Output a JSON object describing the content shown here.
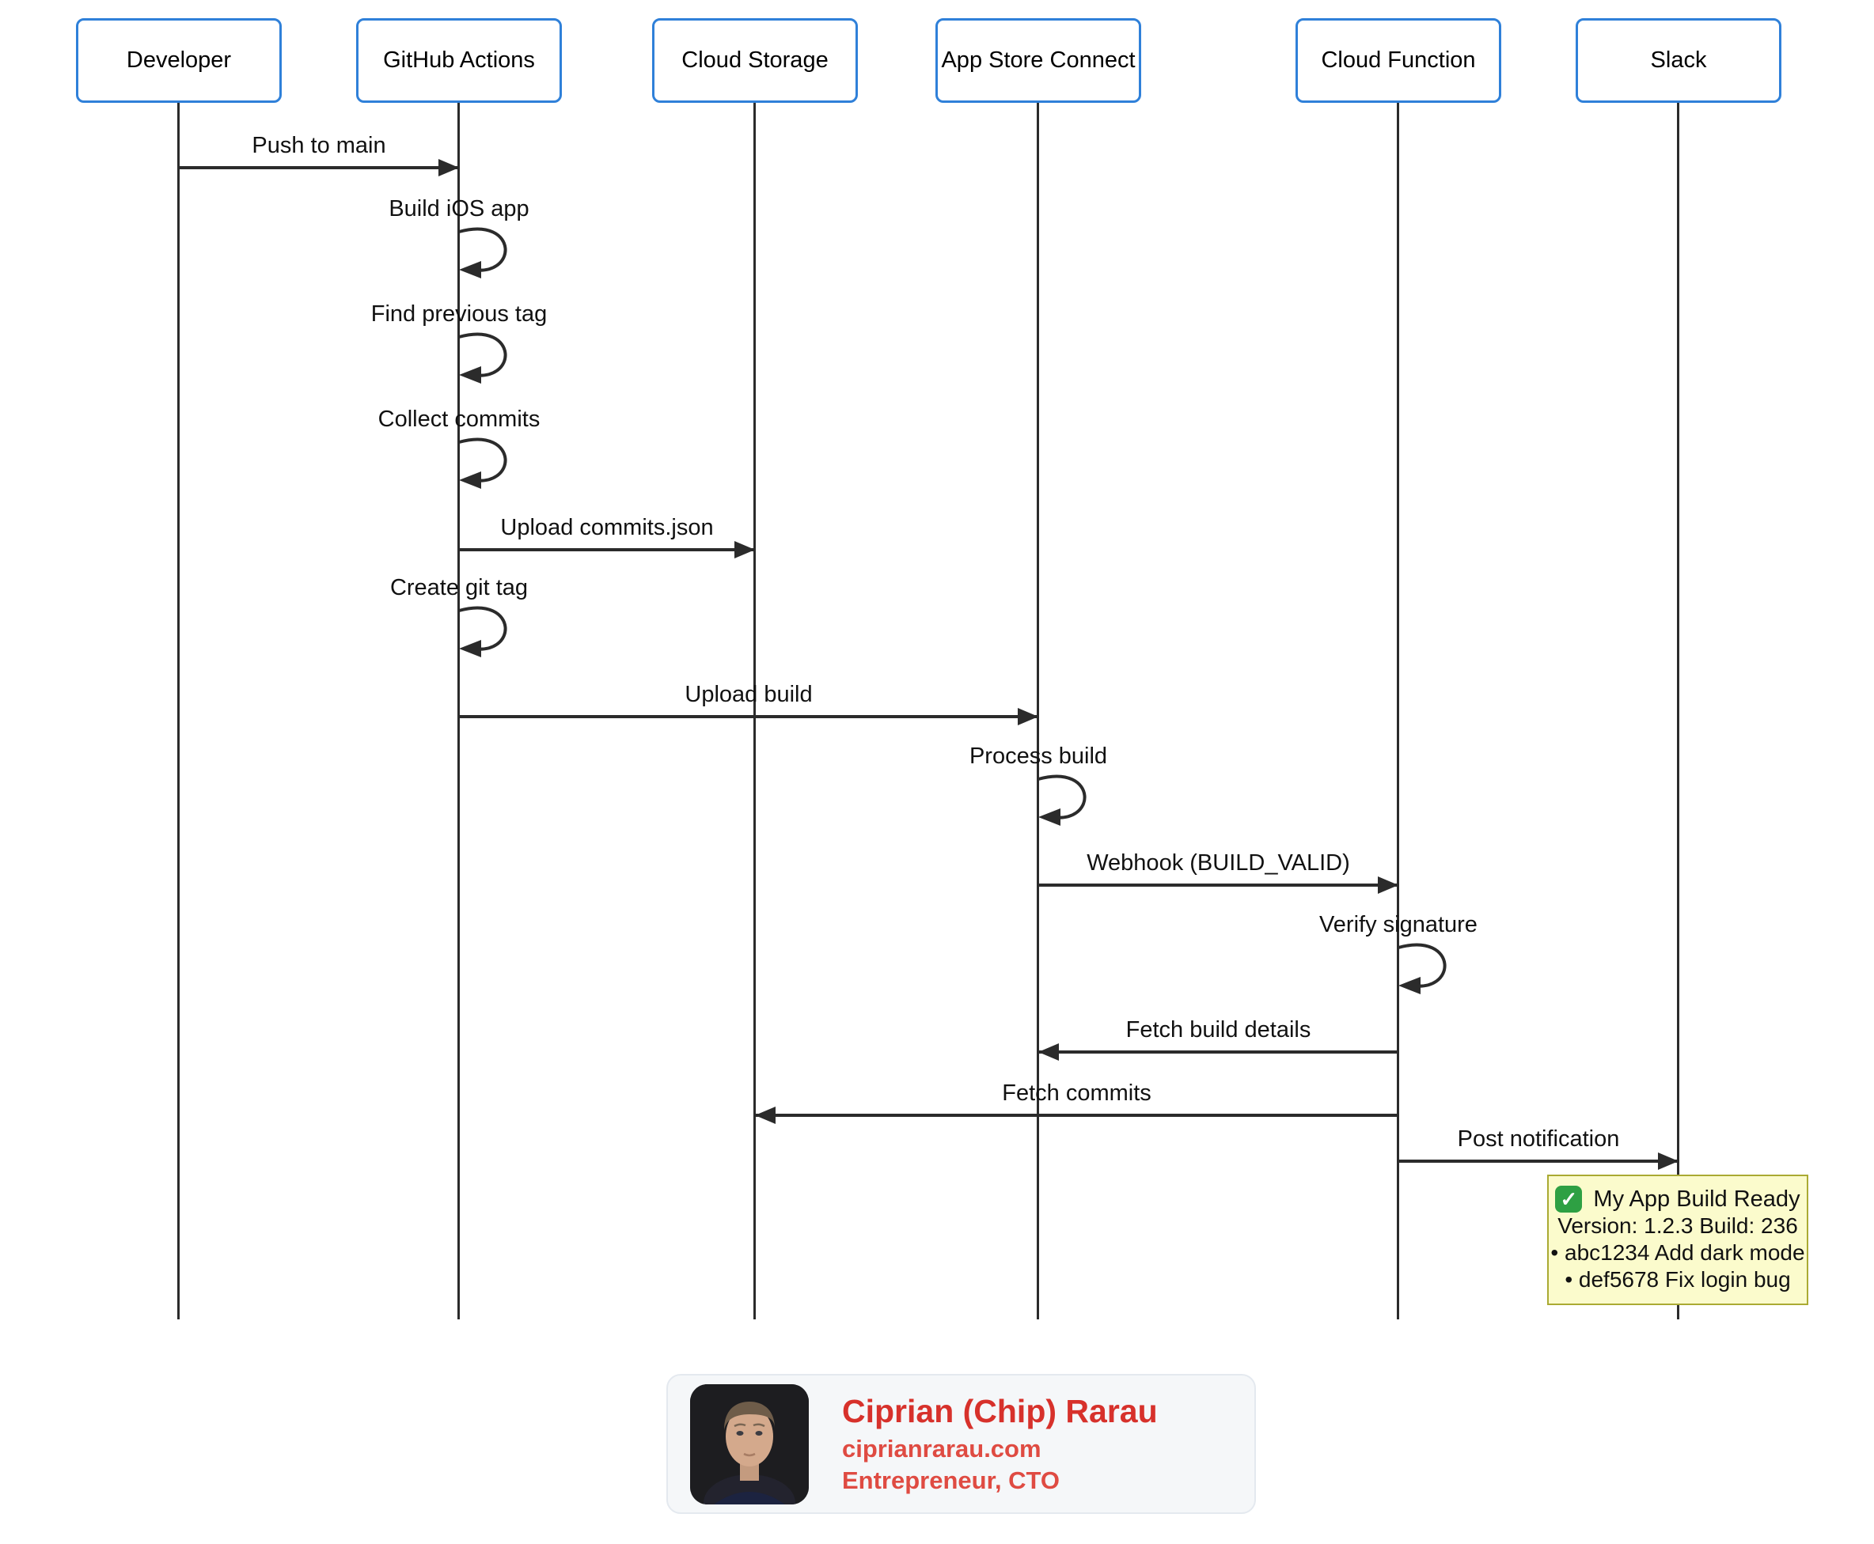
{
  "diagram": {
    "participants": [
      {
        "id": "developer",
        "label": "Developer"
      },
      {
        "id": "github-actions",
        "label": "GitHub Actions"
      },
      {
        "id": "cloud-storage",
        "label": "Cloud Storage"
      },
      {
        "id": "app-store-connect",
        "label": "App Store Connect"
      },
      {
        "id": "cloud-function",
        "label": "Cloud Function"
      },
      {
        "id": "slack",
        "label": "Slack"
      }
    ],
    "messages": [
      {
        "label": "Push to main",
        "from": "developer",
        "to": "github-actions",
        "type": "arrow"
      },
      {
        "label": "Build iOS app",
        "on": "github-actions",
        "type": "self"
      },
      {
        "label": "Find previous tag",
        "on": "github-actions",
        "type": "self"
      },
      {
        "label": "Collect commits",
        "on": "github-actions",
        "type": "self"
      },
      {
        "label": "Upload commits.json",
        "from": "github-actions",
        "to": "cloud-storage",
        "type": "arrow"
      },
      {
        "label": "Create git tag",
        "on": "github-actions",
        "type": "self"
      },
      {
        "label": "Upload build",
        "from": "github-actions",
        "to": "app-store-connect",
        "type": "arrow"
      },
      {
        "label": "Process build",
        "on": "app-store-connect",
        "type": "self"
      },
      {
        "label": "Webhook (BUILD_VALID)",
        "from": "app-store-connect",
        "to": "cloud-function",
        "type": "arrow"
      },
      {
        "label": "Verify signature",
        "on": "cloud-function",
        "type": "self"
      },
      {
        "label": "Fetch build details",
        "from": "cloud-function",
        "to": "app-store-connect",
        "type": "arrow"
      },
      {
        "label": "Fetch commits",
        "from": "cloud-function",
        "to": "cloud-storage",
        "type": "arrow"
      },
      {
        "label": "Post notification",
        "from": "cloud-function",
        "to": "slack",
        "type": "arrow"
      }
    ],
    "note": {
      "check_glyph": "✓",
      "check_icon": "check-mark-button",
      "title": "My App Build Ready",
      "lines": [
        "Version: 1.2.3 Build: 236",
        "• abc1234 Add dark mode",
        "• def5678 Fix login bug"
      ]
    },
    "colors": {
      "participant_border": "#2F80D9",
      "line": "#2b2b2b",
      "note_bg": "#FBFBCC",
      "note_border": "#AAAA33",
      "check_green": "#2EA043"
    }
  },
  "footer_card": {
    "name": "Ciprian (Chip) Rarau",
    "website": "ciprianrarau.com",
    "title": "Entrepreneur, CTO",
    "name_color": "#D7312B",
    "accent_color": "#DF4B42",
    "card_bg": "#F5F7F9"
  }
}
